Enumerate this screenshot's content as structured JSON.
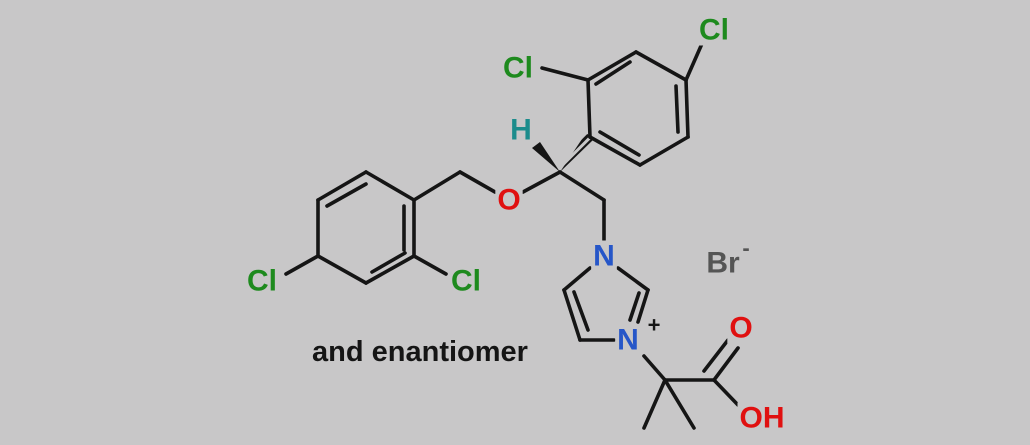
{
  "colors": {
    "background": "#c8c7c8",
    "bond": "#151515",
    "chlorine": "#1e8a1e",
    "oxygen": "#e01010",
    "nitrogen": "#2656c8",
    "hydrogen": "#1c8c8c",
    "bromide": "#555555"
  },
  "atoms": {
    "cl_top_right": "Cl",
    "cl_top_left": "Cl",
    "h_stereo": "H",
    "o_ether": "O",
    "cl_bottom_left": "Cl",
    "cl_bottom_right": "Cl",
    "n_imidazole": "N",
    "n_plus_imidazole": "N",
    "n_plus_charge": "+",
    "o_carbonyl": "O",
    "oh_acid": "OH",
    "br_counterion": "Br",
    "br_charge": "-"
  },
  "caption": "and enantiomer"
}
